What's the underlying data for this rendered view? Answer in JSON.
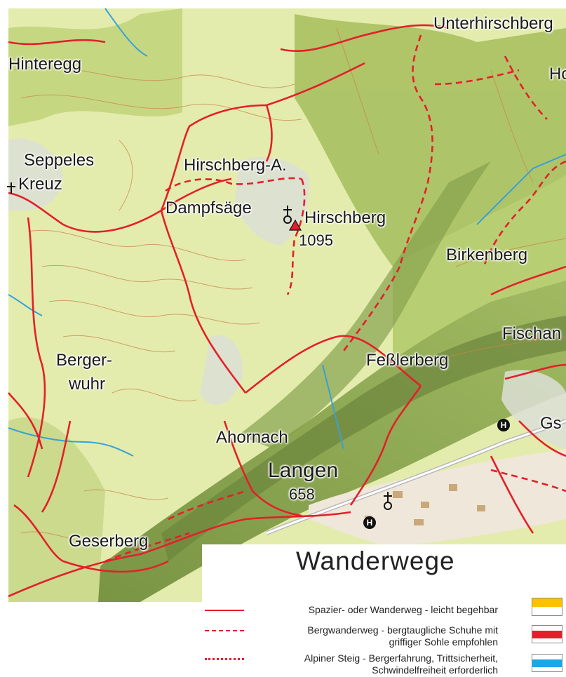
{
  "map": {
    "labels": {
      "unterhirschberg": "Unterhirschberg",
      "hinteregg": "Hinteregg",
      "ho": "Ho",
      "seppeles": "Seppeles",
      "kreuz": "Kreuz",
      "hirschberg_alpe": "Hirschberg-A.",
      "dampfsaege": "Dampfsäge",
      "hirschberg": "Hirschberg",
      "hirschberg_elev": "1095",
      "birkenberg": "Birkenberg",
      "fischan": "Fischan",
      "berger": "Berger-",
      "wuhr": "wuhr",
      "fesslerberg": "Feßlerberg",
      "gs": "Gs",
      "ahornach": "Ahornach",
      "langen": "Langen",
      "langen_elev": "658",
      "geserberg": "Geserberg"
    },
    "bus_stop_glyph": "H",
    "colors": {
      "route": "#e3202a",
      "terrain_light": "#e8efb4",
      "terrain_mid": "#b9cf72",
      "terrain_dark": "#6f8a3a",
      "rock": "#d9dcd2",
      "contour": "#c9864a"
    }
  },
  "legend": {
    "title": "Wanderwege",
    "rows": [
      {
        "line1": "Spazier- oder Wanderweg - leicht begehbar",
        "line2": "",
        "style": "solid",
        "swatch_color": "#ffc000"
      },
      {
        "line1": "Bergwanderweg - bergtaugliche Schuhe mit",
        "line2": "griffiger Sohle empfohlen",
        "style": "dashed",
        "swatch_color": "#e3202a"
      },
      {
        "line1": "Alpiner Steig - Bergerfahrung, Trittsicherheit,",
        "line2": "Schwindelfreiheit erforderlich",
        "style": "dotted",
        "swatch_color": "#1aa7e8"
      }
    ]
  }
}
